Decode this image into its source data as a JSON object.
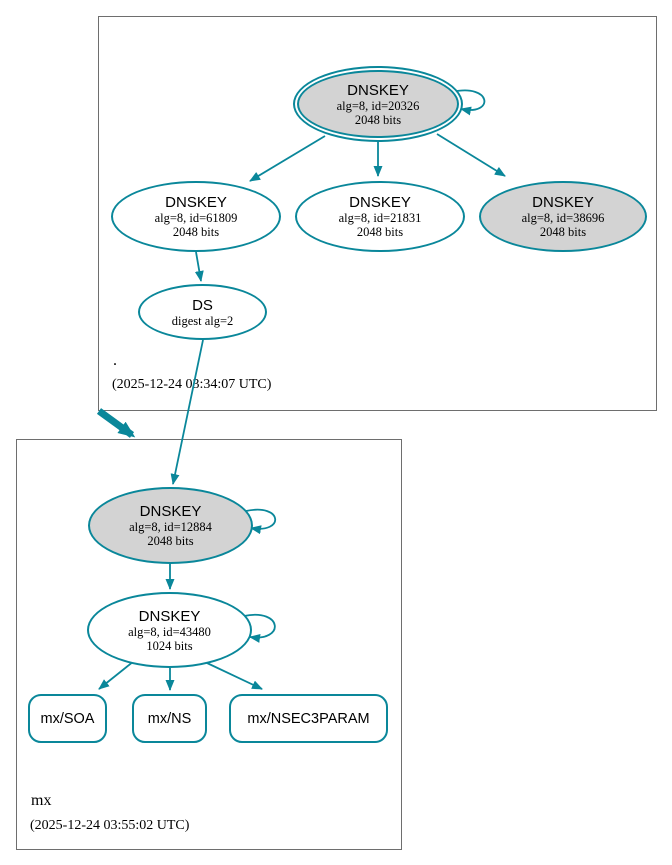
{
  "diagram": {
    "type": "dnssec-authentication-chain-graph",
    "edge_color": "#0a879a",
    "sep_node_fill": "#d3d3d3",
    "node_fill": "#ffffff",
    "zone_border_color": "#6e6e6e"
  },
  "zones": {
    "root": {
      "name": ".",
      "timestamp": "(2025-12-24 03:34:07 UTC)"
    },
    "mx": {
      "name": "mx",
      "timestamp": "(2025-12-24 03:55:02 UTC)"
    }
  },
  "nodes": {
    "dnskey_20326": {
      "title": "DNSKEY",
      "detail1": "alg=8, id=20326",
      "detail2": "2048 bits"
    },
    "dnskey_61809": {
      "title": "DNSKEY",
      "detail1": "alg=8, id=61809",
      "detail2": "2048 bits"
    },
    "dnskey_21831": {
      "title": "DNSKEY",
      "detail1": "alg=8, id=21831",
      "detail2": "2048 bits"
    },
    "dnskey_38696": {
      "title": "DNSKEY",
      "detail1": "alg=8, id=38696",
      "detail2": "2048 bits"
    },
    "ds_root": {
      "title": "DS",
      "detail1": "digest alg=2"
    },
    "dnskey_12884": {
      "title": "DNSKEY",
      "detail1": "alg=8, id=12884",
      "detail2": "2048 bits"
    },
    "dnskey_43480": {
      "title": "DNSKEY",
      "detail1": "alg=8, id=43480",
      "detail2": "1024 bits"
    },
    "rrset_mx_soa": {
      "label": "mx/SOA"
    },
    "rrset_mx_ns": {
      "label": "mx/NS"
    },
    "rrset_mx_nsec3param": {
      "label": "mx/NSEC3PARAM"
    }
  }
}
